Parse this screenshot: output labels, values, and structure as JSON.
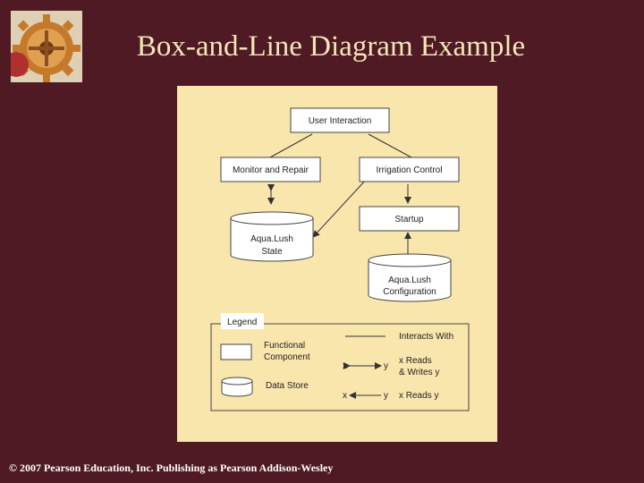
{
  "slide": {
    "title": "Box-and-Line Diagram Example",
    "footer": "© 2007 Pearson Education, Inc. Publishing as Pearson Addison-Wesley"
  },
  "colors": {
    "background": "#4f1a24",
    "title": "#f4e6b8",
    "diagram_bg": "#f8e6ad",
    "box_fill": "#ffffff",
    "line": "#333333"
  },
  "diagram": {
    "components": {
      "user_interaction": "User Interaction",
      "monitor_repair": "Monitor and Repair",
      "irrigation_control": "Irrigation Control",
      "startup": "Startup"
    },
    "stores": {
      "state": [
        "Aqua.Lush",
        "State"
      ],
      "config": [
        "Aqua.Lush",
        "Configuration"
      ]
    },
    "legend": {
      "title": "Legend",
      "functional": [
        "Functional",
        "Component"
      ],
      "data_store": "Data Store",
      "interacts_with": "Interacts With",
      "x": "x",
      "y": "y",
      "reads_writes": [
        "x Reads",
        "& Writes y"
      ],
      "reads": "x Reads y"
    }
  }
}
